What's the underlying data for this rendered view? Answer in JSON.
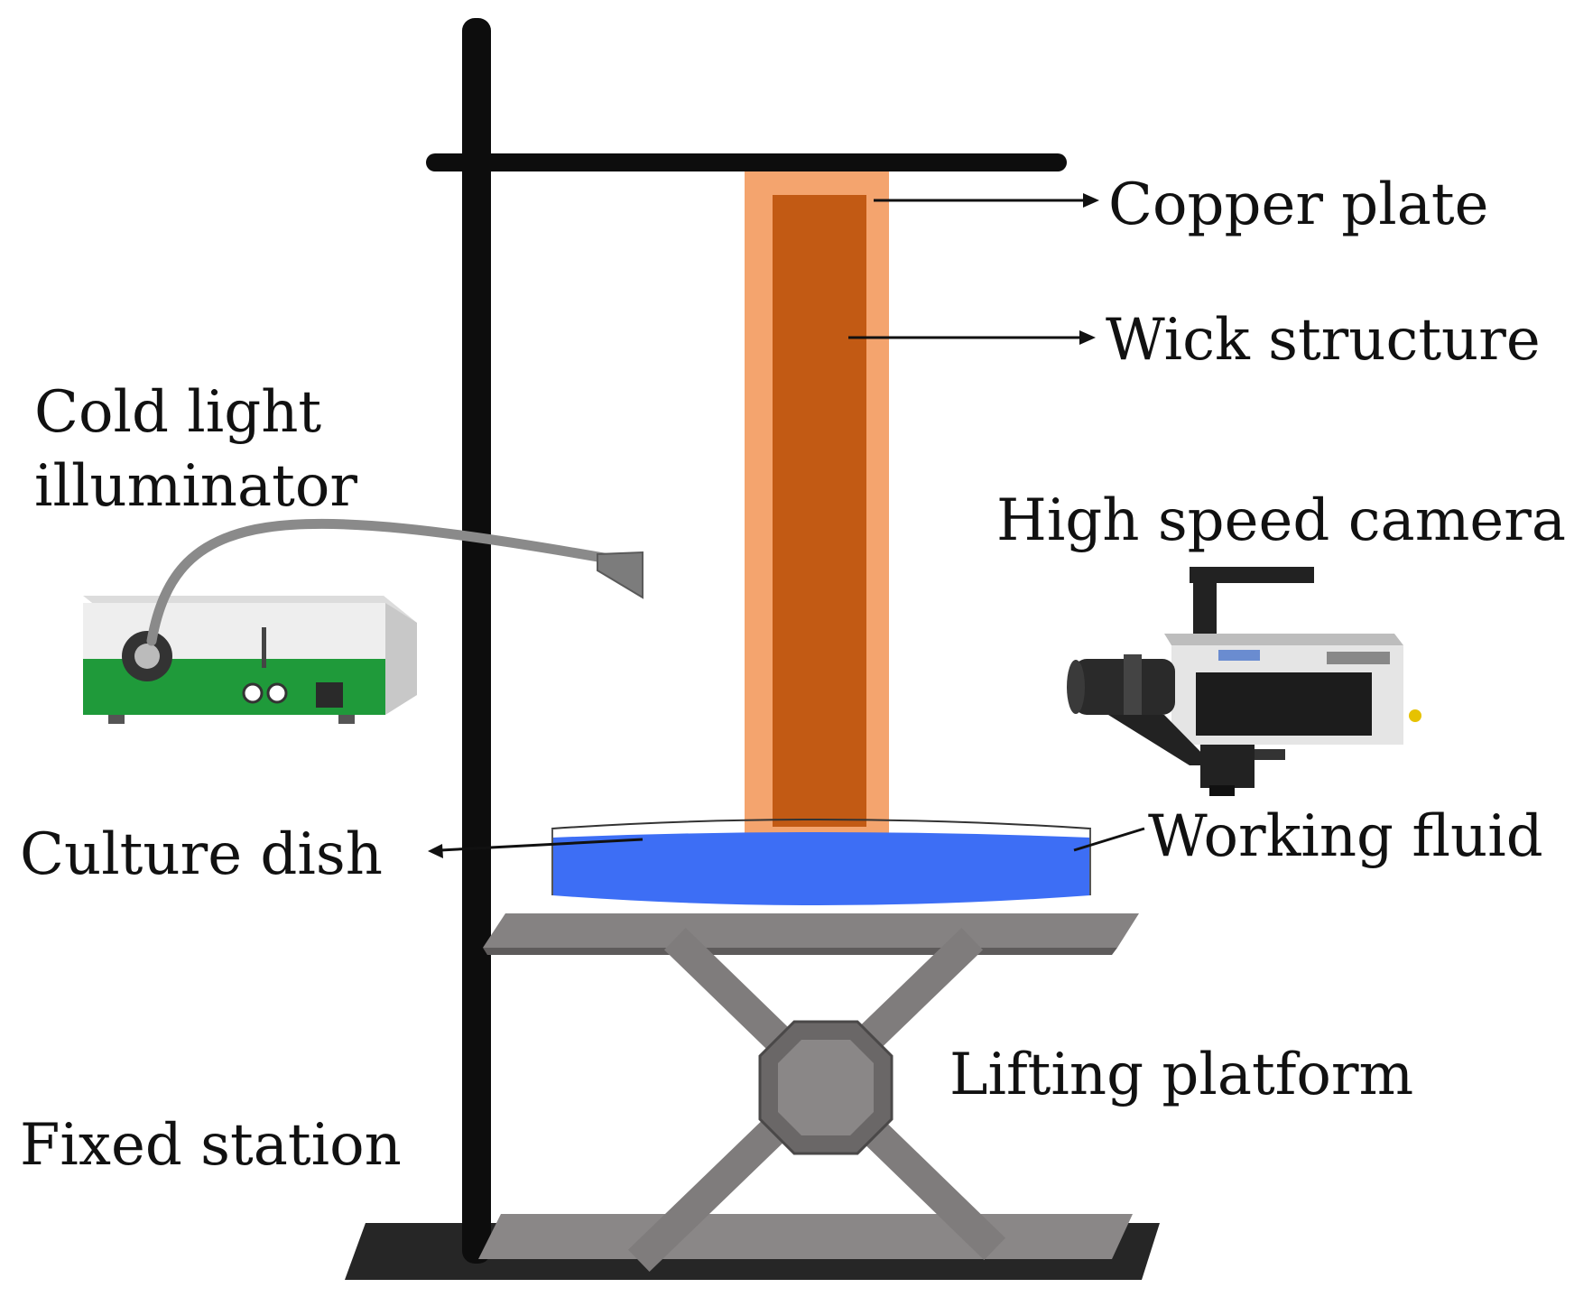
{
  "labels": {
    "copper_plate": "Copper plate",
    "wick_structure": "Wick structure",
    "cold_light_line1": "Cold light",
    "cold_light_line2": "illuminator",
    "high_speed_camera": "High speed camera",
    "culture_dish": "Culture dish",
    "working_fluid": "Working fluid",
    "lifting_platform": "Lifting platform",
    "fixed_station": "Fixed station"
  },
  "colors": {
    "stand": "#0d0d0d",
    "copper_plate": "#f4a46e",
    "wick_structure": "#c25a14",
    "working_fluid": "#3d6ef5",
    "platform": "#7f7c7c",
    "platform_dark": "#5e5b5b",
    "illuminator_green": "#1f9a3a",
    "camera_body": "#d9d9d9"
  },
  "icons": {
    "illuminator": "cold-light-illuminator-icon",
    "camera": "high-speed-camera-icon"
  }
}
